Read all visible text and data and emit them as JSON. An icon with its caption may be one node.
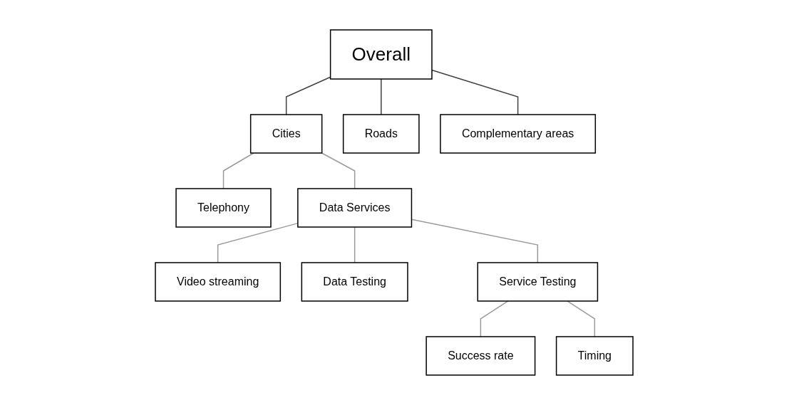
{
  "diagram": {
    "nodes": [
      {
        "text": [
          "Overall"
        ]
      },
      {
        "text": [
          "Cities"
        ]
      },
      {
        "text": [
          "Roads"
        ]
      },
      {
        "text": [
          "Complementary areas"
        ]
      },
      {
        "text": [
          "Telephony"
        ]
      },
      {
        "text": [
          "Data Services"
        ]
      },
      {
        "text": [
          "Video streaming"
        ]
      },
      {
        "text": [
          "Data Testing"
        ]
      },
      {
        "text": [
          "Service Testing"
        ]
      },
      {
        "text": [
          "Success rate"
        ]
      },
      {
        "text": [
          "Timing"
        ]
      }
    ],
    "edges": [
      {
        "from": 0,
        "to": 1,
        "arrow": "none",
        "color": "#404040"
      },
      {
        "from": 0,
        "to": 2,
        "arrow": "none",
        "color": "#404040"
      },
      {
        "from": 0,
        "to": 3,
        "arrow": "none",
        "color": "#404040"
      },
      {
        "from": 1,
        "to": 4,
        "arrow": "none"
      },
      {
        "from": 1,
        "to": 5,
        "arrow": "none"
      },
      {
        "from": 5,
        "to": 6,
        "arrow": "none"
      },
      {
        "from": 5,
        "to": 7,
        "arrow": "none"
      },
      {
        "from": 5,
        "to": 8,
        "arrow": "none"
      },
      {
        "from": 8,
        "to": 9,
        "arrow": "none"
      },
      {
        "from": 8,
        "to": 10,
        "arrow": "none"
      }
    ]
  }
}
